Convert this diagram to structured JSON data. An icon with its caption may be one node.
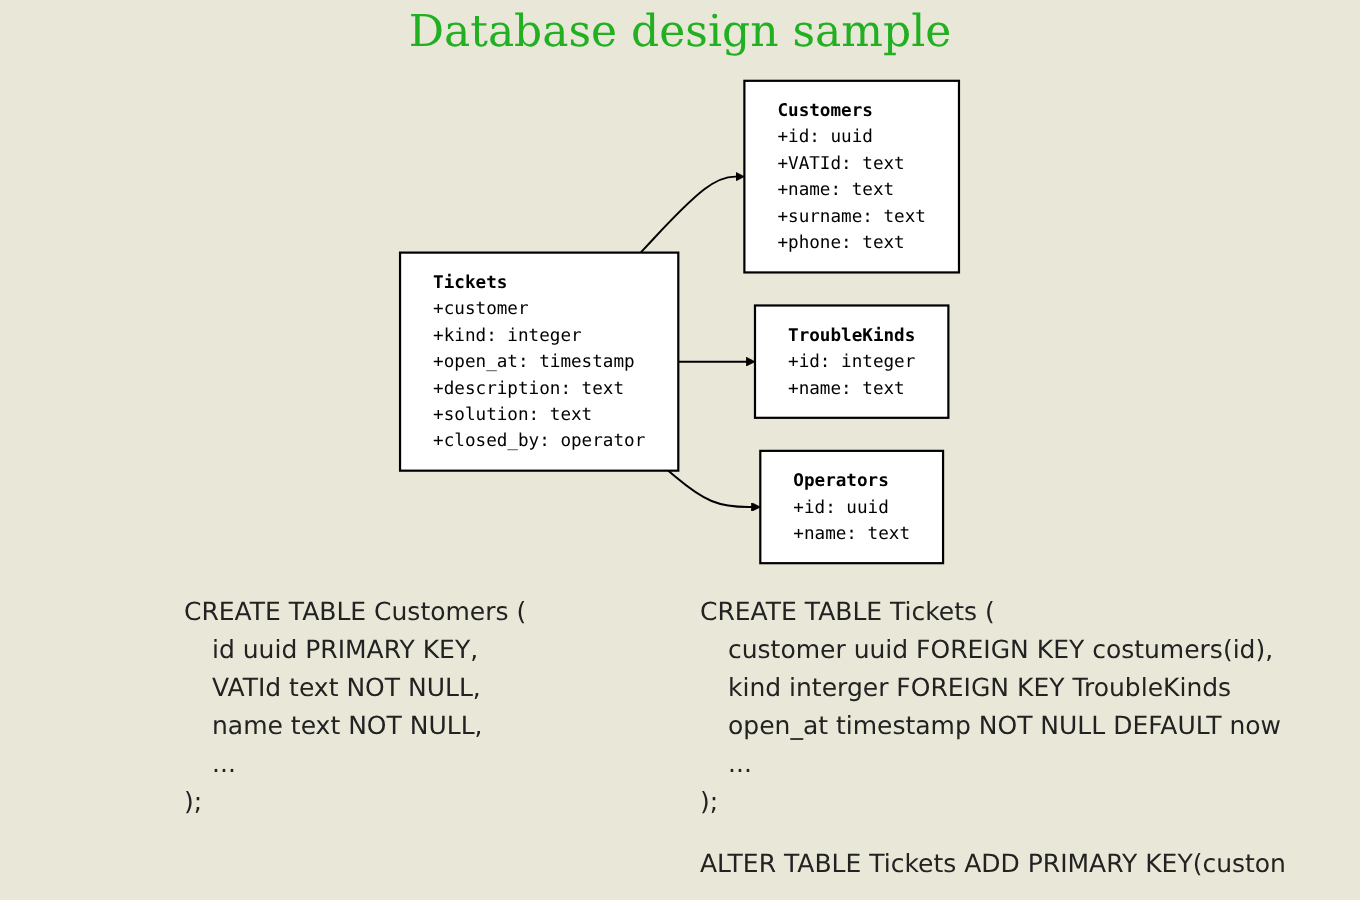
{
  "diagram": {
    "title": "Database design sample",
    "nodes": [
      {
        "text": [
          "Customers",
          "+id: uuid",
          "+VATId: text",
          "+name: text",
          "+surname: text",
          "+phone: text"
        ]
      },
      {
        "text": [
          "Tickets",
          "+customer",
          "+kind: integer",
          "+open_at: timestamp",
          "+description: text",
          "+solution: text",
          "+closed_by: operator"
        ]
      },
      {
        "text": [
          "Operators",
          "+id: uuid",
          "+name: text"
        ]
      },
      {
        "text": [
          "TroubleKinds",
          "+id: integer",
          "+name: text"
        ]
      }
    ],
    "edges": [
      {
        "from": 1,
        "to": 0,
        "arrow": "to"
      },
      {
        "from": 1,
        "to": 3,
        "arrow": "to"
      },
      {
        "from": 1,
        "to": 2,
        "arrow": "to"
      }
    ],
    "labels": [
      "CREATE TABLE Customers (",
      "id uuid PRIMARY KEY,",
      "VATId text NOT NULL,",
      "name text NOT NULL,",
      "...",
      ");",
      "CREATE TABLE Tickets (",
      "customer uuid FOREIGN KEY costumers(id),",
      "kind interger FOREIGN KEY TroubleKinds",
      "open_at timestamp NOT NULL DEFAULT now",
      "...",
      ");",
      "ALTER TABLE Tickets ADD PRIMARY KEY(custon"
    ]
  }
}
